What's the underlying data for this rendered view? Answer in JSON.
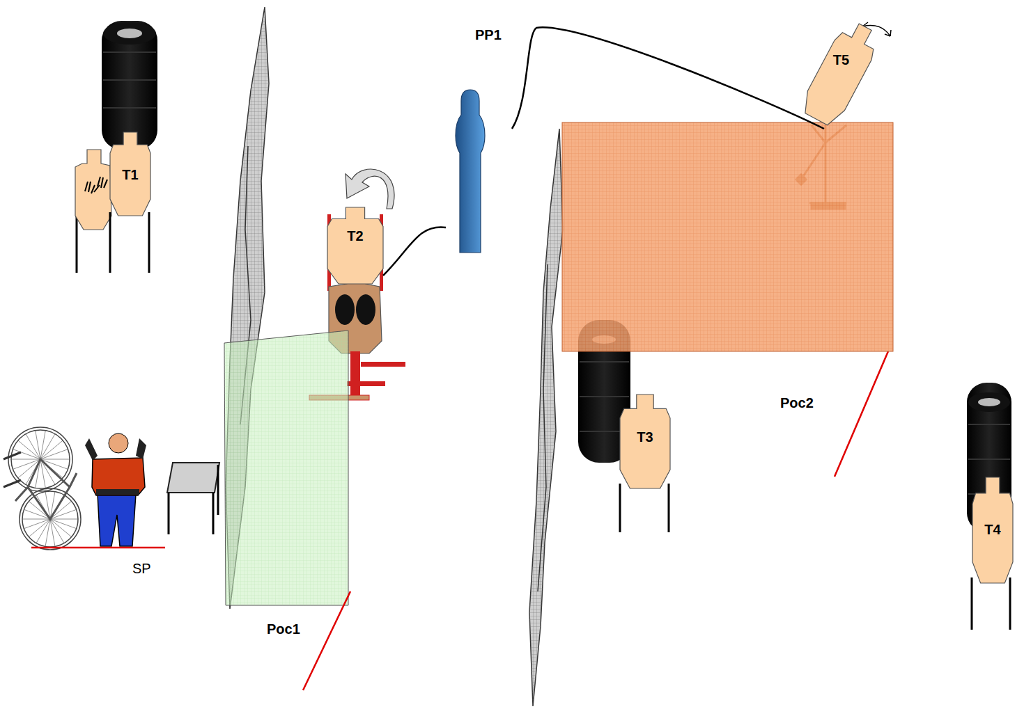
{
  "diagram": {
    "nodes": [
      {
        "text": [
          "T1"
        ]
      },
      {
        "text": [
          "PP1"
        ]
      },
      {
        "text": [
          "T5"
        ]
      },
      {
        "text": [
          "T2"
        ]
      },
      {
        "text": [
          "T3"
        ]
      },
      {
        "text": [
          "T4"
        ]
      }
    ],
    "edges": [
      {
        "from": 1,
        "to": 3,
        "arrow": "none"
      },
      {
        "from": 1,
        "to": 2,
        "arrow": "none"
      }
    ],
    "labels": [
      "SP",
      "Poc1",
      "Poc2"
    ]
  }
}
